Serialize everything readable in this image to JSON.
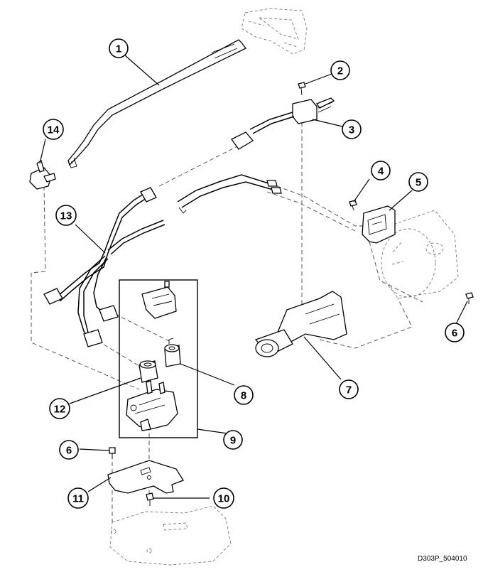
{
  "diagram": {
    "reference_code": "D303P_504010",
    "callouts": [
      "1",
      "2",
      "3",
      "4",
      "5",
      "6",
      "7",
      "8",
      "9",
      "10",
      "11",
      "12",
      "13",
      "14",
      "6"
    ]
  }
}
